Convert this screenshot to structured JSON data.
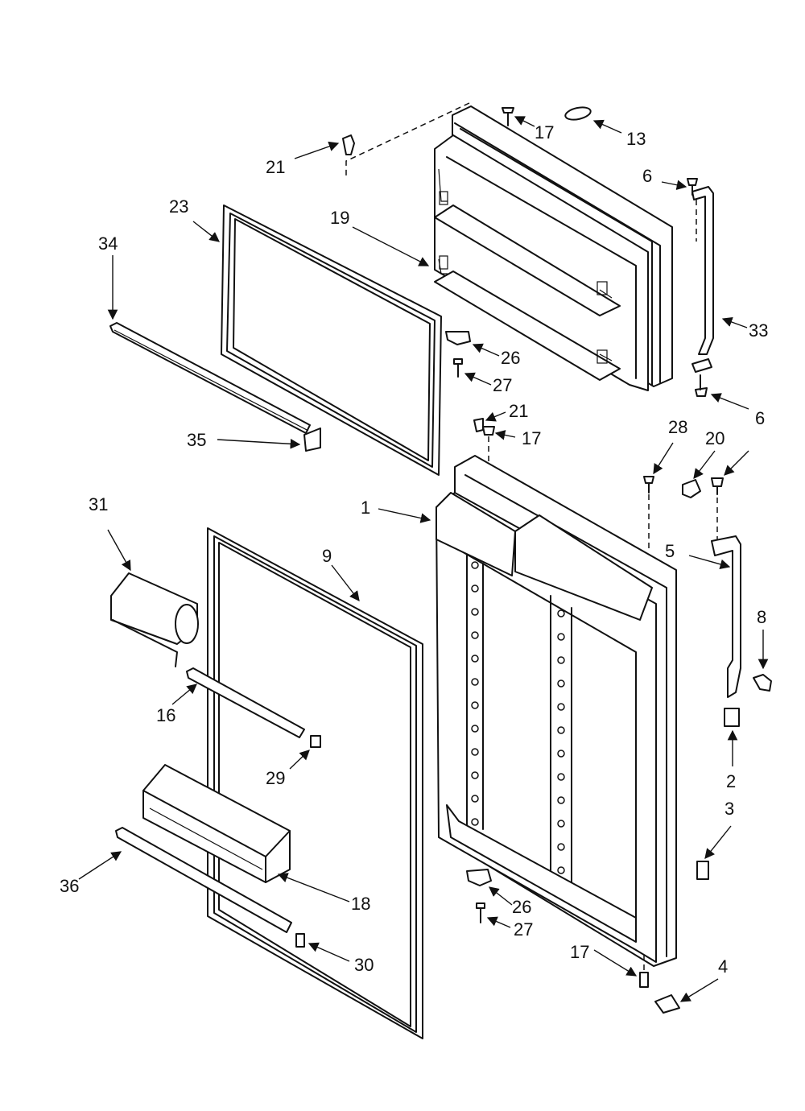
{
  "labels": {
    "p1": "1",
    "p2": "2",
    "p3": "3",
    "p4": "4",
    "p5": "5",
    "p6a": "6",
    "p6b": "6",
    "p6c": "6",
    "p8": "8",
    "p9": "9",
    "p13": "13",
    "p16": "16",
    "p17a": "17",
    "p17b": "17",
    "p17c": "17",
    "p18": "18",
    "p19": "19",
    "p20": "20",
    "p21a": "21",
    "p21b": "21",
    "p23": "23",
    "p26a": "26",
    "p26b": "26",
    "p27a": "27",
    "p27b": "27",
    "p28": "28",
    "p29": "29",
    "p30": "30",
    "p31": "31",
    "p33": "33",
    "p34": "34",
    "p35": "35",
    "p36": "36"
  }
}
